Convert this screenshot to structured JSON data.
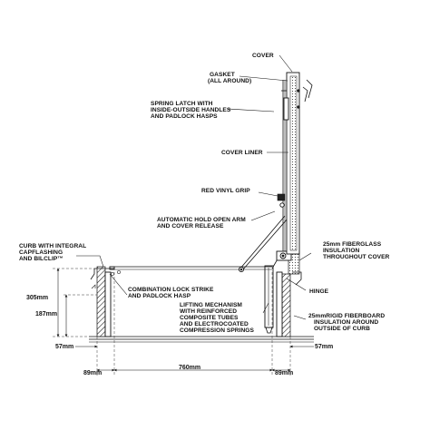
{
  "callouts": {
    "cover": "COVER",
    "gasket_1": "GASKET",
    "gasket_2": "(ALL AROUND)",
    "spring_1": "SPRING LATCH WITH",
    "spring_2": "INSIDE-OUTSIDE HANDLES",
    "spring_3": "AND PADLOCK HASPS",
    "cover_liner": "COVER LINER",
    "red_vinyl": "RED VINYL GRIP",
    "auto_1": "AUTOMATIC HOLD OPEN ARM",
    "auto_2": "AND COVER RELEASE",
    "curb_1": "CURB WITH INTEGRAL",
    "curb_2": "CAPFLASHING",
    "curb_3": "AND BILCLIP™",
    "combo_1": "Combination lock strike",
    "combo_2": "and padlock hasp",
    "lift_1": "LIFTING MECHANISM",
    "lift_2": "WITH REINFORCED",
    "lift_3": "COMPOSITE TUBES",
    "lift_4": "AND ELECTROCOATED",
    "lift_5": "COMPRESSION SPRINGS",
    "fiberglass_1": "25mm FIBERGLASS",
    "fiberglass_2": "INSULATION",
    "fiberglass_3": "THROUGHOUT COVER",
    "hinge": "HINGE",
    "rigid_1": "25mmRIGID FIBERBOARD",
    "rigid_2": "INSULATION AROUND",
    "rigid_3": "OUTSIDE OF CURB"
  },
  "dimensions": {
    "curb_height": "305mm",
    "inner_height": "187mm",
    "left_offset": "57mm",
    "right_offset": "57mm",
    "left_curb": "89mm",
    "opening_width": "760mm",
    "right_curb": "89mm"
  }
}
